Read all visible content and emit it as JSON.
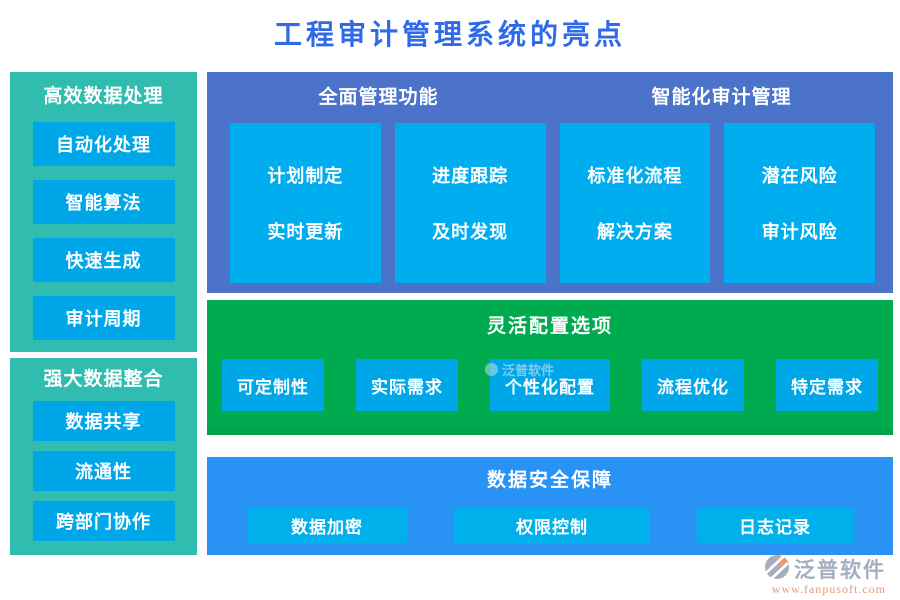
{
  "page": {
    "title": "工程审计管理系统的亮点"
  },
  "colors": {
    "title_text": "#2f6ae9",
    "sidebar_teal": "#30bcae",
    "button_blue": "#00a7e8",
    "features_indigo": "#4a73c9",
    "card_blue": "#00aeef",
    "config_green": "#00ab50",
    "security_blue": "#2892f5",
    "security_button_blue": "#00b0ea",
    "brand_slate": "#96a1b5",
    "brand_orange": "#e2885e"
  },
  "sidebar": {
    "sections": [
      {
        "header": "高效数据处理",
        "items": [
          "自动化处理",
          "智能算法",
          "快速生成",
          "审计周期"
        ]
      },
      {
        "header": "强大数据整合",
        "items": [
          "数据共享",
          "流通性",
          "跨部门协作"
        ]
      }
    ]
  },
  "main": {
    "features": {
      "headers": [
        "全面管理功能",
        "智能化审计管理"
      ],
      "cards": [
        [
          "计划制定",
          "实时更新"
        ],
        [
          "进度跟踪",
          "及时发现"
        ],
        [
          "标准化流程",
          "解决方案"
        ],
        [
          "潜在风险",
          "审计风险"
        ]
      ]
    },
    "config": {
      "header": "灵活配置选项",
      "items": [
        "可定制性",
        "实际需求",
        "个性化配置",
        "流程优化",
        "特定需求"
      ]
    },
    "security": {
      "header": "数据安全保障",
      "items": [
        "数据加密",
        "权限控制",
        "日志记录"
      ]
    }
  },
  "watermark": {
    "text": "泛普软件"
  },
  "branding": {
    "name": "泛普软件",
    "url": "www.fanpusoft.com"
  }
}
